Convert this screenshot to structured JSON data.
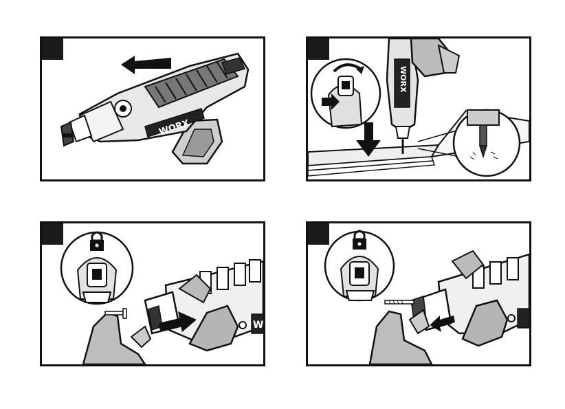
{
  "brand": {
    "logo_text": "WORX"
  },
  "colors": {
    "ink": "#111111",
    "gray": "#bdbdbd",
    "light": "#e6e6e6",
    "paper": "#ffffff"
  },
  "panels": [
    {
      "id": "step-1",
      "icons": [
        "arrow-left-icon",
        "screwdriver-icon"
      ]
    },
    {
      "id": "step-2",
      "icons": [
        "rotate-arrow-icon",
        "arrow-right-icon",
        "arrow-down-icon",
        "screwdriver-icon",
        "screw-detail-icon"
      ]
    },
    {
      "id": "step-3",
      "icons": [
        "padlock-icon",
        "arrow-right-icon",
        "screw-icon",
        "hand-icon"
      ]
    },
    {
      "id": "step-4",
      "icons": [
        "padlock-icon",
        "arrow-left-icon",
        "screw-icon",
        "hand-icon"
      ]
    }
  ]
}
